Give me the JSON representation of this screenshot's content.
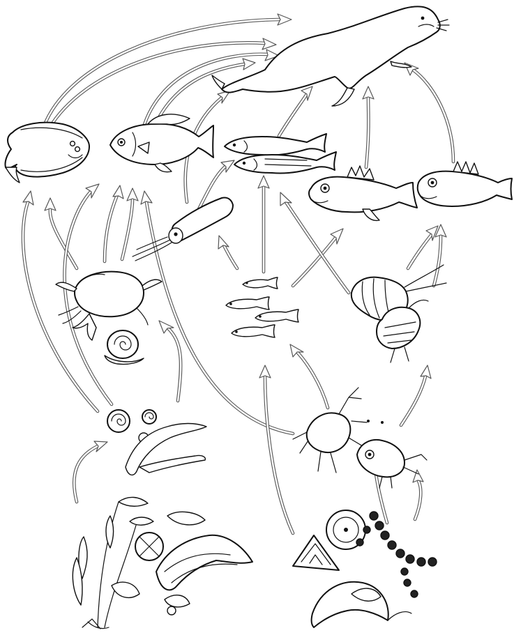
{
  "diagram": {
    "kind": "marine-food-web",
    "organisms": [
      {
        "id": "seal",
        "icon": "seal-icon"
      },
      {
        "id": "flatfish",
        "icon": "flatfish-icon"
      },
      {
        "id": "sea-bream",
        "icon": "sea-bream-icon"
      },
      {
        "id": "mackerel-pair",
        "icon": "mackerel-icon"
      },
      {
        "id": "sculpin",
        "icon": "sculpin-icon"
      },
      {
        "id": "rockfish",
        "icon": "rockfish-icon"
      },
      {
        "id": "squid",
        "icon": "squid-icon"
      },
      {
        "id": "crab",
        "icon": "crab-icon"
      },
      {
        "id": "sea-snail",
        "icon": "snail-icon"
      },
      {
        "id": "small-fish-school",
        "icon": "small-fish-icon"
      },
      {
        "id": "amphipod-shrimp",
        "icon": "amphipod-icon"
      },
      {
        "id": "snails-and-worms",
        "icon": "snail-worm-icon"
      },
      {
        "id": "zooplankton-larva",
        "icon": "zooplankton-icon"
      },
      {
        "id": "copepod",
        "icon": "copepod-icon"
      },
      {
        "id": "seaweed",
        "icon": "seaweed-icon"
      },
      {
        "id": "phytoplankton",
        "icon": "phytoplankton-icon"
      }
    ],
    "links": [
      {
        "from": "flatfish",
        "to": "seal"
      },
      {
        "from": "sea-bream",
        "to": "seal"
      },
      {
        "from": "squid",
        "to": "seal"
      },
      {
        "from": "mackerel-pair",
        "to": "seal"
      },
      {
        "from": "sculpin",
        "to": "seal"
      },
      {
        "from": "rockfish",
        "to": "seal"
      },
      {
        "from": "squid",
        "to": "mackerel-pair"
      },
      {
        "from": "small-fish-school",
        "to": "mackerel-pair"
      },
      {
        "from": "small-fish-school",
        "to": "sculpin"
      },
      {
        "from": "amphipod-shrimp",
        "to": "mackerel-pair"
      },
      {
        "from": "amphipod-shrimp",
        "to": "rockfish"
      },
      {
        "from": "crab",
        "to": "flatfish"
      },
      {
        "from": "crab",
        "to": "sea-bream"
      },
      {
        "from": "snails-and-worms",
        "to": "flatfish"
      },
      {
        "from": "snails-and-worms",
        "to": "crab"
      },
      {
        "from": "seaweed",
        "to": "snails-and-worms"
      },
      {
        "from": "phytoplankton",
        "to": "small-fish-school"
      },
      {
        "from": "phytoplankton",
        "to": "zooplankton-larva"
      },
      {
        "from": "phytoplankton",
        "to": "copepod"
      },
      {
        "from": "zooplankton-larva",
        "to": "small-fish-school"
      },
      {
        "from": "zooplankton-larva",
        "to": "sea-bream"
      },
      {
        "from": "copepod",
        "to": "amphipod-shrimp"
      }
    ]
  },
  "colors": {
    "background": "#ffffff",
    "ink": "#111111",
    "arrow_outline": "#555555"
  }
}
